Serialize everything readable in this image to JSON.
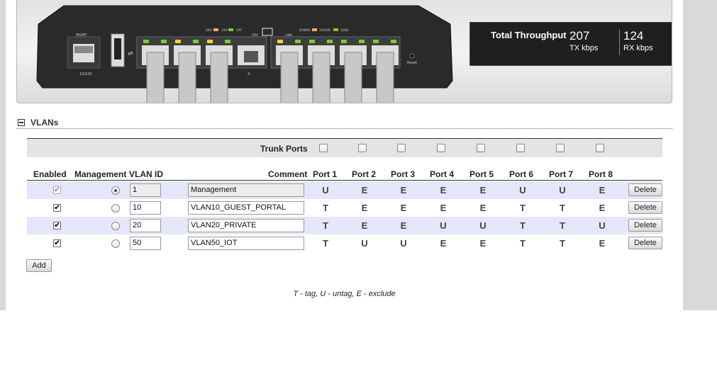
{
  "device": {
    "labels": {
      "mgmt": "MGMT",
      "mgmt_speed": "10/100",
      "reset": "Reset",
      "port_number": "4",
      "indicator_48v": "48V",
      "indicator_24v": "24V",
      "indicator_off": "OFF",
      "indicator_poe": "POE",
      "indicator_link": "LINK",
      "indicator_down": "DOWN",
      "indicator_10_100": "10/100",
      "indicator_1000": "1000"
    },
    "throughput": {
      "label": "Total Throughput",
      "tx_value": "207",
      "tx_unit": "TX kbps",
      "rx_value": "124",
      "rx_unit": "RX kbps"
    }
  },
  "vlans": {
    "section_title": "VLANs",
    "trunk_label": "Trunk Ports",
    "trunk_ports": [
      false,
      false,
      false,
      false,
      false,
      false,
      false,
      false
    ],
    "columns": {
      "enabled": "Enabled",
      "management": "Management",
      "vlan_id": "VLAN ID",
      "comment": "Comment",
      "ports": [
        "Port 1",
        "Port 2",
        "Port 3",
        "Port 4",
        "Port 5",
        "Port 6",
        "Port 7",
        "Port 8"
      ]
    },
    "rows": [
      {
        "enabled": true,
        "enabled_disabled": true,
        "management": true,
        "vlan_id": "1",
        "comment": "Management",
        "readonly": true,
        "ports": [
          "U",
          "E",
          "E",
          "E",
          "E",
          "U",
          "U",
          "E"
        ],
        "delete_label": "Delete"
      },
      {
        "enabled": true,
        "enabled_disabled": false,
        "management": false,
        "vlan_id": "10",
        "comment": "VLAN10_GUEST_PORTAL",
        "readonly": false,
        "ports": [
          "T",
          "E",
          "E",
          "E",
          "E",
          "T",
          "T",
          "E"
        ],
        "delete_label": "Delete"
      },
      {
        "enabled": true,
        "enabled_disabled": false,
        "management": false,
        "vlan_id": "20",
        "comment": "VLAN20_PRIVATE",
        "readonly": false,
        "ports": [
          "T",
          "E",
          "E",
          "U",
          "U",
          "T",
          "T",
          "U"
        ],
        "delete_label": "Delete"
      },
      {
        "enabled": true,
        "enabled_disabled": false,
        "management": false,
        "vlan_id": "50",
        "comment": "VLAN50_IOT",
        "readonly": false,
        "ports": [
          "T",
          "U",
          "U",
          "E",
          "E",
          "T",
          "T",
          "E"
        ],
        "delete_label": "Delete"
      }
    ],
    "add_label": "Add",
    "legend": "T - tag, U - untag, E - exclude"
  },
  "colors": {
    "alt_row": "#e6e6fa",
    "throughput_bg": "#1f1f1f",
    "trunk_bg": "#e4e4e4"
  }
}
